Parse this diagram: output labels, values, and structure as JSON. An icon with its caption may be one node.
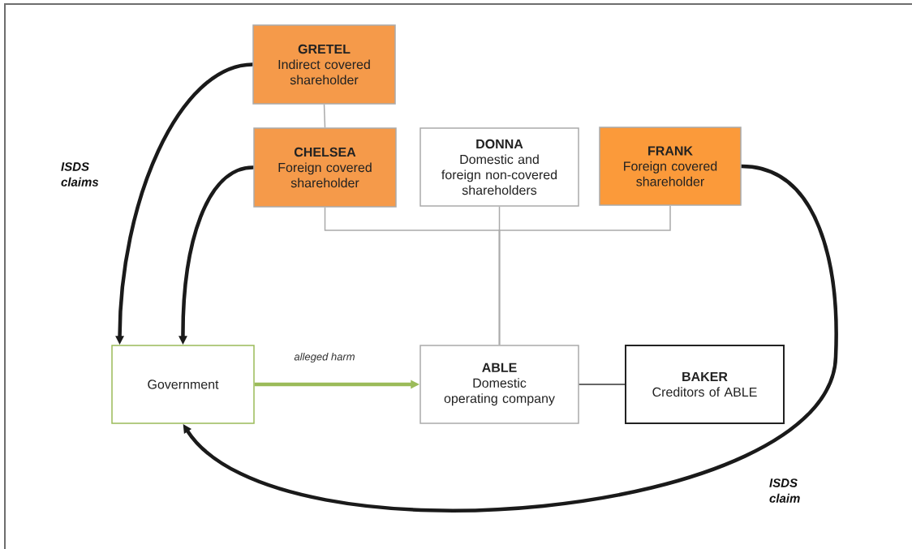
{
  "diagram": {
    "nodes": [
      {
        "text": [
          "GRETEL",
          "Indirect covered shareholder"
        ]
      },
      {
        "text": [
          "CHELSEA",
          "Foreign covered shareholder"
        ]
      },
      {
        "text": [
          "DONNA",
          "Domestic and foreign non-covered shareholders"
        ]
      },
      {
        "text": [
          "FRANK",
          "Foreign covered shareholder"
        ]
      },
      {
        "text": [
          "Government"
        ]
      },
      {
        "text": [
          "ABLE",
          "Domestic operating company"
        ]
      },
      {
        "text": [
          "BAKER",
          "Creditors of ABLE"
        ]
      }
    ],
    "edges": [
      {
        "from": 0,
        "to": 1,
        "arrow": "none"
      },
      {
        "from": 1,
        "to": 5,
        "arrow": "none"
      },
      {
        "from": 2,
        "to": 5,
        "arrow": "none"
      },
      {
        "from": 3,
        "to": 5,
        "arrow": "none"
      },
      {
        "from": 0,
        "to": 4,
        "arrow": "to",
        "style": "thick",
        "color": "#1a1a1a"
      },
      {
        "from": 1,
        "to": 4,
        "arrow": "to",
        "style": "thick",
        "color": "#1a1a1a"
      },
      {
        "from": 3,
        "to": 4,
        "arrow": "to",
        "style": "thick",
        "color": "#1a1a1a"
      },
      {
        "from": 4,
        "to": 5,
        "arrow": "to",
        "label": "alleged harm",
        "style": "thick",
        "color": "#9bbb59"
      },
      {
        "from": 5,
        "to": 6,
        "arrow": "none",
        "color": "#333333"
      }
    ],
    "labels": [
      "ISDS claims",
      "ISDS claim"
    ]
  }
}
